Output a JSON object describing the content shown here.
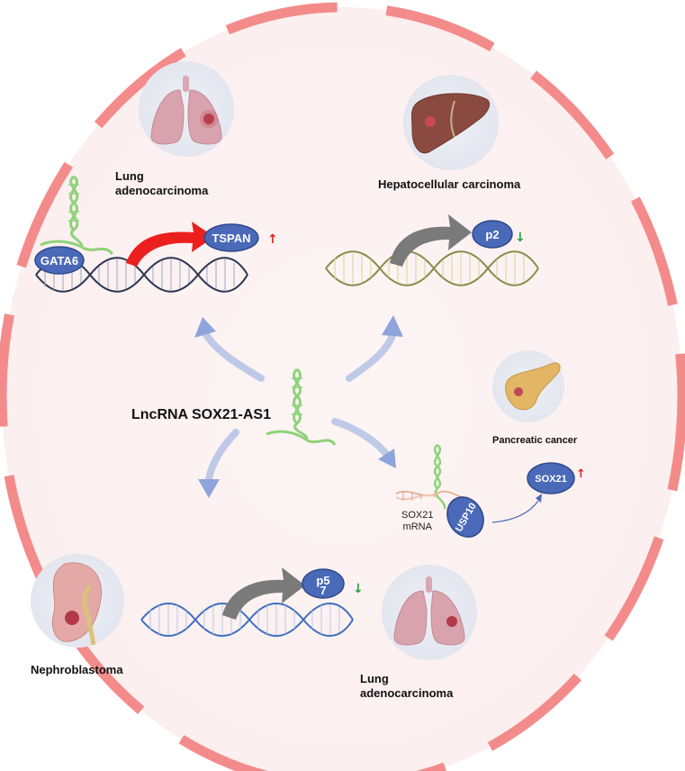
{
  "center": {
    "title": "LncRNA SOX21-AS1"
  },
  "panels": {
    "top_left": {
      "disease": "Lung\nadenocarcinoma",
      "binder": "GATA6",
      "target": "TSPAN",
      "arrow": "↑"
    },
    "top_right": {
      "disease": "Hepatocellular carcinoma",
      "target": "p2",
      "arrow": "↓"
    },
    "middle_right": {
      "disease": "Pancreatic cancer",
      "mrna": "SOX21\nmRNA",
      "binder": "USP10",
      "target": "SOX21",
      "arrow": "↑"
    },
    "bottom_left": {
      "disease": "Nephroblastoma",
      "target": "p5\n7",
      "arrow": "↓"
    },
    "bottom_right": {
      "disease": "Lung\nadenocarcinoma"
    }
  },
  "colors": {
    "background": "#fdf4f4",
    "dash_border": "#f48b8b",
    "pill": "#4a69b8",
    "up_arrow": "#e32222",
    "down_arrow": "#1fa33b",
    "red_process_arrow": "#ec1f1f",
    "grey_process_arrow": "#7a7a7a",
    "rna": "#8fd27a",
    "dna_dark": "#2a3550",
    "dna_olive": "#8c8a4a",
    "dna_blue": "#3f6fc0"
  },
  "icons": [
    "lung-icon",
    "liver-icon",
    "pancreas-icon",
    "kidney-icon",
    "lncrna-icon",
    "dna-helix-icon"
  ]
}
